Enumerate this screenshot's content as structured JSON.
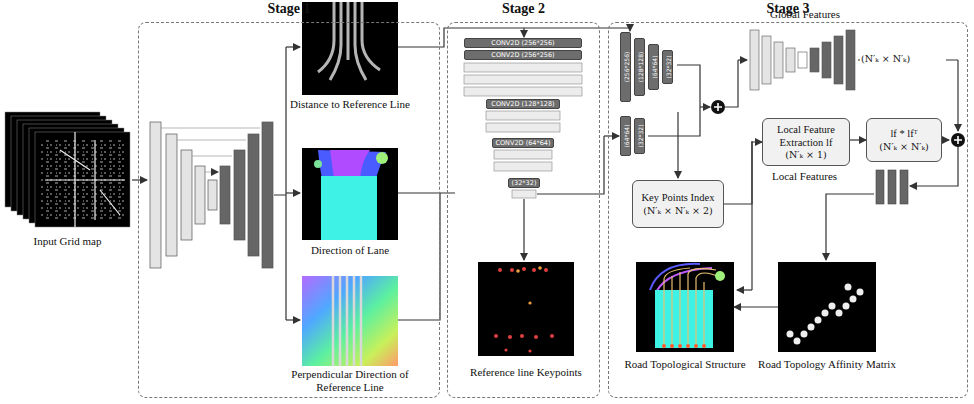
{
  "diagram": {
    "nodes": [
      {
        "text": [
          "Stage 1"
        ]
      },
      {
        "text": [
          "Stage 2"
        ]
      },
      {
        "text": [
          "Stage 3"
        ]
      },
      {
        "text": [
          "Input Grid map"
        ]
      },
      {
        "text": [
          "Distance to Reference Line"
        ],
        "in": 0
      },
      {
        "text": [
          "Direction of Lane"
        ],
        "in": 0
      },
      {
        "text": [
          "Perpendicular Direction of Reference Line"
        ],
        "in": 0
      },
      {
        "text": [
          "CONV2D (256*256)"
        ],
        "in": 1
      },
      {
        "text": [
          "CONV2D (256*256)"
        ],
        "in": 1
      },
      {
        "text": [
          "CONV2D (128*128)"
        ],
        "in": 1
      },
      {
        "text": [
          "CONV2D (64*64)"
        ],
        "in": 1
      },
      {
        "text": [
          "(32*32)"
        ],
        "in": 1
      },
      {
        "text": [
          "Reference line Keypoints"
        ],
        "in": 1
      },
      {
        "text": [
          "(256*256)"
        ],
        "in": 2
      },
      {
        "text": [
          "(128*128)"
        ],
        "in": 2
      },
      {
        "text": [
          "(64*64)"
        ],
        "in": 2
      },
      {
        "text": [
          "(32*32)"
        ],
        "in": 2
      },
      {
        "text": [
          "(64*64)"
        ],
        "in": 2
      },
      {
        "text": [
          "(32*32)"
        ],
        "in": 2
      },
      {
        "text": [
          "Key Points Index",
          "(N′ₖ × N′ₖ × 2)"
        ],
        "in": 2
      },
      {
        "text": [
          "Local Feature Extraction lf",
          "(N′ₖ × 1)"
        ],
        "in": 2
      },
      {
        "text": [
          "lf * lfᵀ",
          "(N′ₖ × N′ₖ)"
        ],
        "in": 2
      },
      {
        "text": [
          "Road Topological Structure"
        ],
        "in": 2
      },
      {
        "text": [
          "Road Topology Affinity Matrix"
        ],
        "in": 2
      }
    ],
    "edges": [
      {
        "from": 19,
        "to": 20,
        "arrow": "to"
      },
      {
        "from": 20,
        "to": 21,
        "arrow": "to"
      },
      {
        "from": 23,
        "to": 22,
        "arrow": "to"
      }
    ],
    "labels": [
      "Global Features",
      "(N′ₖ × N′ₖ)",
      "Local Features"
    ]
  }
}
